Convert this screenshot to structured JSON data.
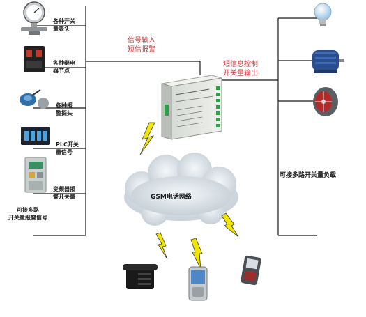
{
  "colors": {
    "line": "#1a1a1a",
    "annotation": "#d0353a",
    "bolt": "#f2e600",
    "cloud": "#cfd8df"
  },
  "inputs": [
    {
      "label": "各种开关\n量表头",
      "icon": "pressure-gauge"
    },
    {
      "label": "各种继电\n器节点",
      "icon": "relay"
    },
    {
      "label": "各种报\n警探头",
      "icon": "alarm-probe"
    },
    {
      "label": "PLC开关\n量信号",
      "icon": "plc-module"
    },
    {
      "label": "变频器报\n警开关量",
      "icon": "inverter"
    }
  ],
  "input_bus_note": "可接多路\n开关量报警信号",
  "annotations": {
    "signal_in": "信号输入\n短信报警",
    "sms_out": "短信息控制\n开关量输出"
  },
  "outputs": [
    {
      "icon": "light-bulb"
    },
    {
      "icon": "electric-motor"
    },
    {
      "icon": "exhaust-fan"
    }
  ],
  "output_bus_note": "可接多路开关量负载",
  "network_label": "GSM电话网络",
  "terminals": [
    {
      "icon": "desk-phone"
    },
    {
      "icon": "pda-phone"
    },
    {
      "icon": "mobile-phone"
    }
  ]
}
